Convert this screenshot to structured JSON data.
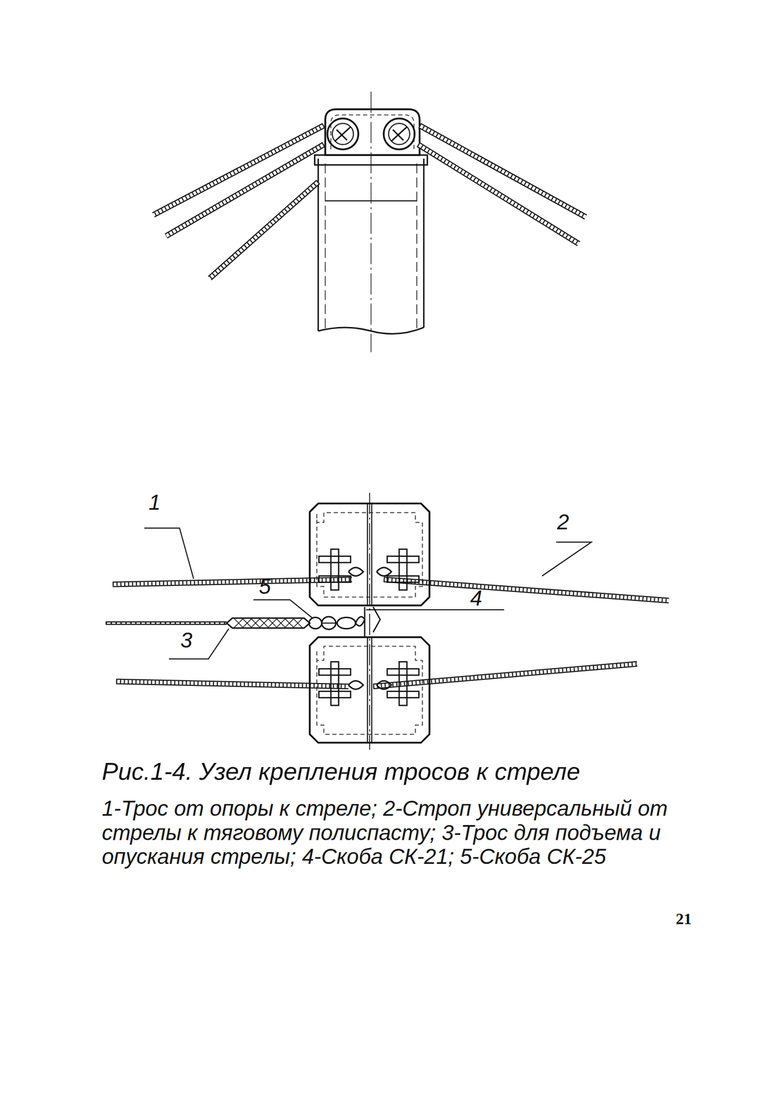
{
  "diagram": {
    "caption": "Рис.1-4. Узел крепления тросов к стреле",
    "labels": [
      "1",
      "2",
      "5",
      "4",
      "3",
      "1-Трос от опоры к стреле; 2-Строп универсальный от стрелы к тяговому полиспасту; 3-Трос для подъема и опускания стрелы; 4-Скоба СК-21; 5-Скоба СК-25",
      "21"
    ]
  }
}
